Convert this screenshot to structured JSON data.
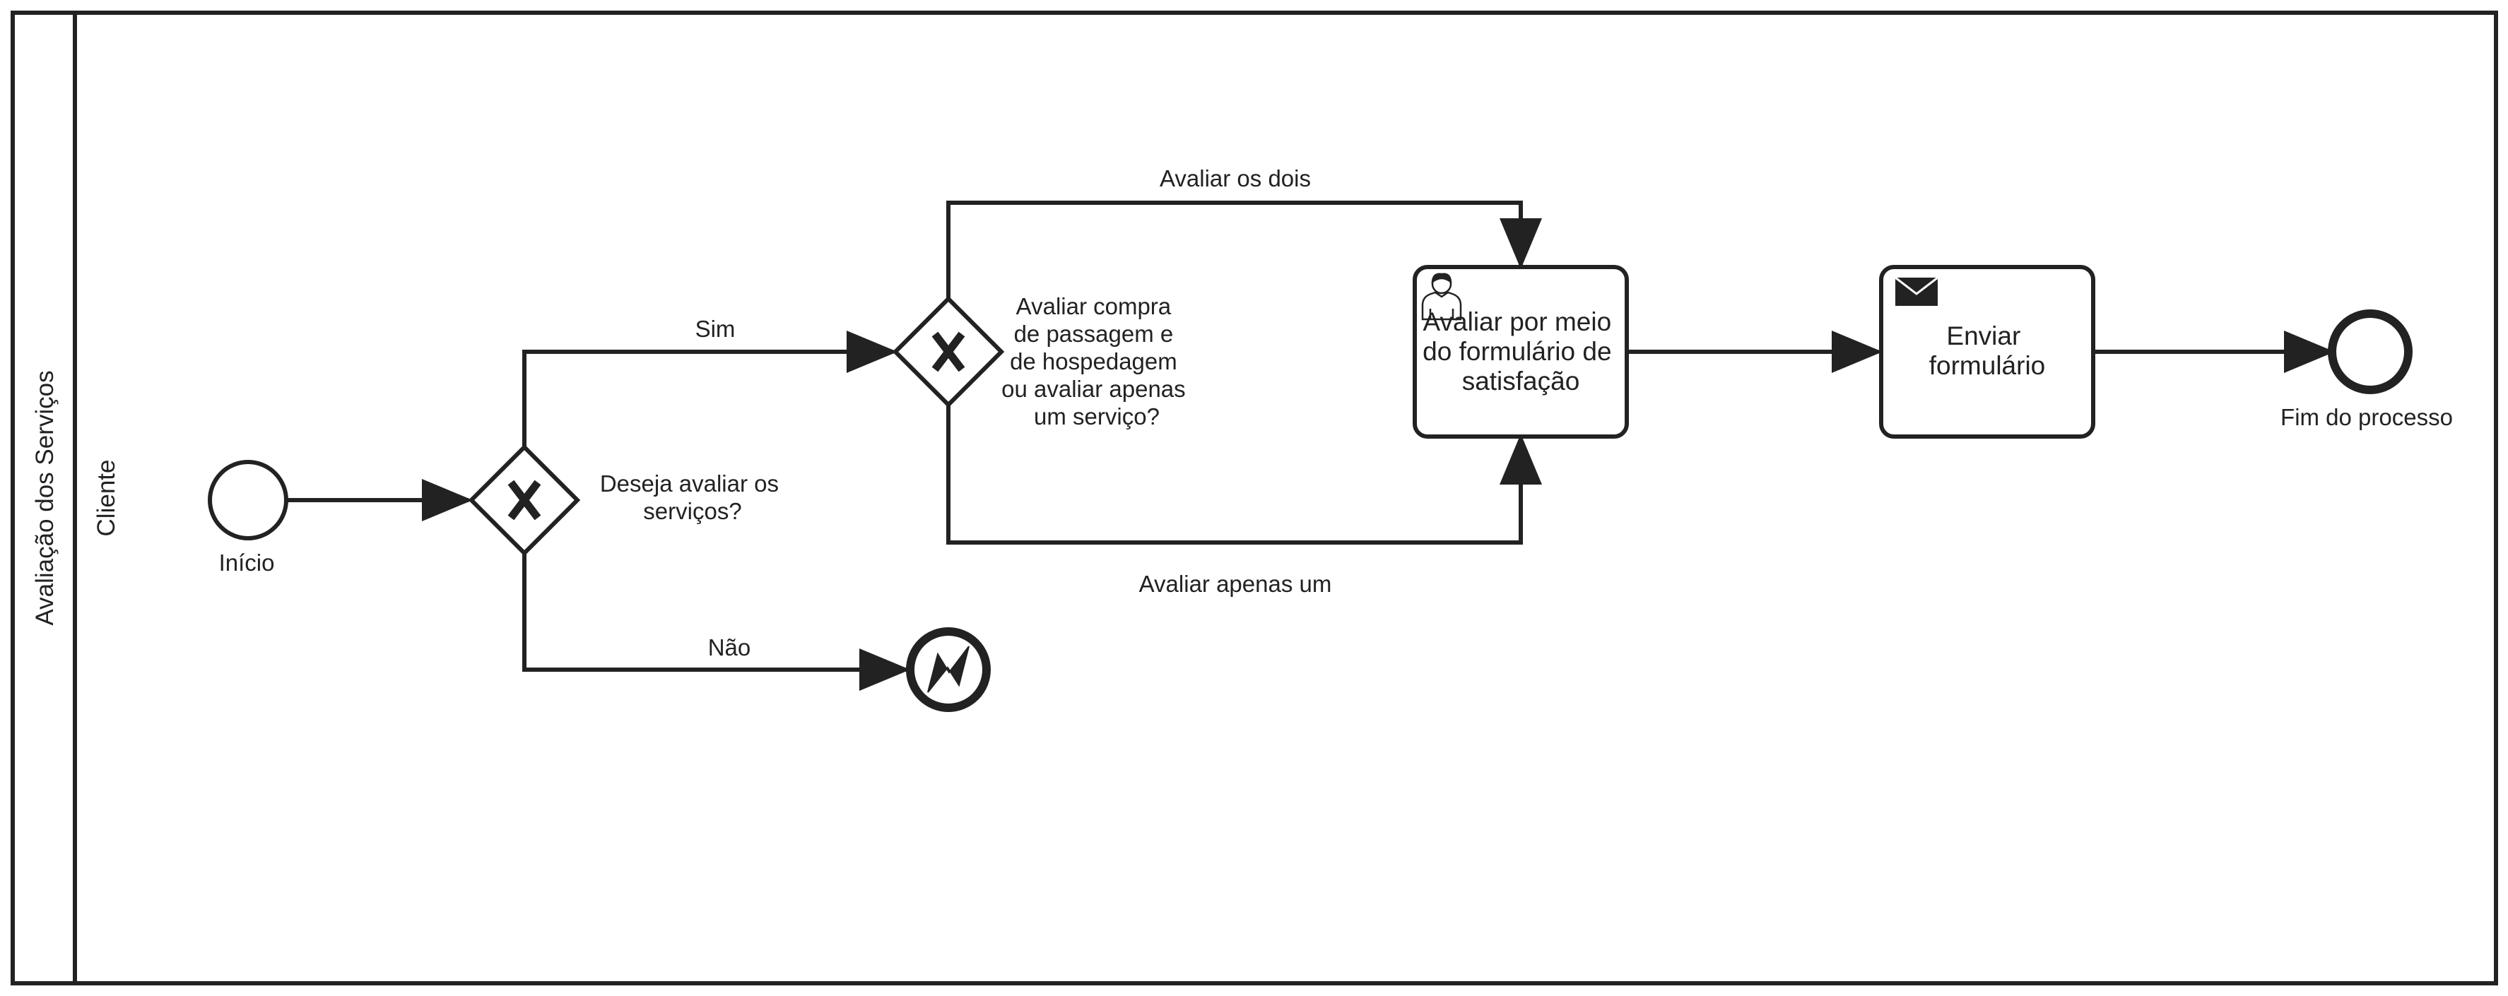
{
  "pool": {
    "label": "Avaliação dos Serviços"
  },
  "lane": {
    "label": "Cliente"
  },
  "events": {
    "start": {
      "label": "Início"
    },
    "end": {
      "label": "Fim do processo"
    },
    "error_end": {
      "label": ""
    }
  },
  "gateways": {
    "g1": {
      "label_lines": [
        "Deseja avaliar os",
        "serviços?"
      ]
    },
    "g2": {
      "label_lines": [
        "Avaliar compra",
        "de passagem e",
        "de hospedagem",
        "ou avaliar apenas",
        "um serviço?"
      ]
    }
  },
  "tasks": {
    "evaluate": {
      "type": "user-task",
      "label_lines": [
        "Avaliar por meio",
        "do formulário de",
        "satisfação"
      ]
    },
    "send": {
      "type": "send-task",
      "label_lines": [
        "Enviar",
        "formulário"
      ]
    }
  },
  "flows": {
    "sim": "Sim",
    "nao": "Não",
    "dois": "Avaliar os dois",
    "um": "Avaliar apenas um"
  },
  "colors": {
    "stroke": "#222222",
    "background": "#ffffff"
  }
}
